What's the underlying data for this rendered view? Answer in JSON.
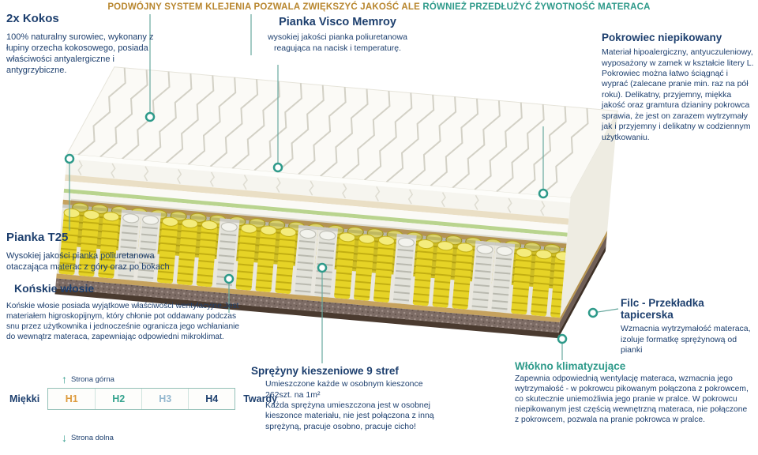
{
  "colors": {
    "navy_text": "#1d3f6e",
    "teal_accent": "#2e9a8a",
    "header_orange": "#b8862e",
    "spring_yellow": "#e6d326"
  },
  "header": {
    "part1": "PODWÓJNY SYSTEM KLEJENIA POZWALA ZWIĘKSZYĆ JAKOŚĆ ALE",
    "part2": " RÓWNIEŻ PRZEDŁUŻYĆ ŻYWOTNOŚĆ MATERACA"
  },
  "sections": {
    "kokos": {
      "title": "2x Kokos",
      "body": "100% naturalny surowiec, wykonany z łupiny orzecha kokosowego, posiada właściwości antyalergiczne i antygrzybiczne."
    },
    "visco": {
      "title": "Pianka Visco Memroy",
      "body": "wysokiej jakości pianka poliuretanowa reagująca na nacisk i temperaturę."
    },
    "pokrowiec": {
      "title": "Pokrowiec niepikowany",
      "body": "Materiał hipoalergiczny, antyuczuleniowy, wyposażony w zamek w kształcie litery L. Pokrowiec można łatwo ściągnąć i wyprać (zalecane pranie min. raz na pół roku). Delikatny, przyjemny, miękka jakość oraz gramtura dzianiny pokrowca sprawia, że jest on zarazem wytrzymały jak i przyjemny i delikatny w codziennym użytkowaniu."
    },
    "t25": {
      "title": "Pianka T25",
      "body": "Wysokiej jakości pianka poliuretanowa otaczająca materac z góry oraz po bokach"
    },
    "konskie": {
      "title": "Końskie włosie",
      "body": "Końskie włosie posiada wyjątkowe właściwości wentylacyjne.Jest materiałem higroskopijnym, który chłonie pot oddawany podczas snu przez użytkownika i jednocześnie ogranicza jego wchłanianie do wewnątrz materaca, zapewniając odpowiedni mikroklimat."
    },
    "filc": {
      "title": "Filc - Przekładka tapicerska",
      "body": "Wzmacnia wytrzymałość materaca, izoluje formatkę sprężynową od pianki"
    },
    "wlokno": {
      "title": "Włókno klimatyzujące",
      "body": "Zapewnia odpowiednią wentylację materaca, wzmacnia jego wytrzymałość - w pokrowcu pikowanym połączona z pokrowcem, co skutecznie uniemożliwia jego pranie w pralce. W pokrowcu niepikowanym jest częścią wewnętrzną materaca, nie połączone z pokrowcem, pozwala na pranie pokrowca w pralce."
    },
    "sprezyny": {
      "title": "Sprężyny kieszeniowe 9 stref",
      "body1": "Umieszczone każde w osobnym kieszonce 262szt. na 1m²",
      "body2": "Każda sprężyna umieszczona jest w osobnej kieszonce materiału, nie jest połączona z inną sprężyną, pracuje osobno, pracuje cicho!"
    }
  },
  "scale": {
    "soft": "Miękki",
    "hard": "Twardy",
    "levels": [
      {
        "label": "H1",
        "color": "#dd9a3c"
      },
      {
        "label": "H2",
        "color": "#35a38e"
      },
      {
        "label": "H3",
        "color": "#93b7cf"
      },
      {
        "label": "H4",
        "color": "#1d3f6e"
      }
    ],
    "top_arrow_label": "Strona górna",
    "bottom_arrow_label": "Strona dolna"
  }
}
